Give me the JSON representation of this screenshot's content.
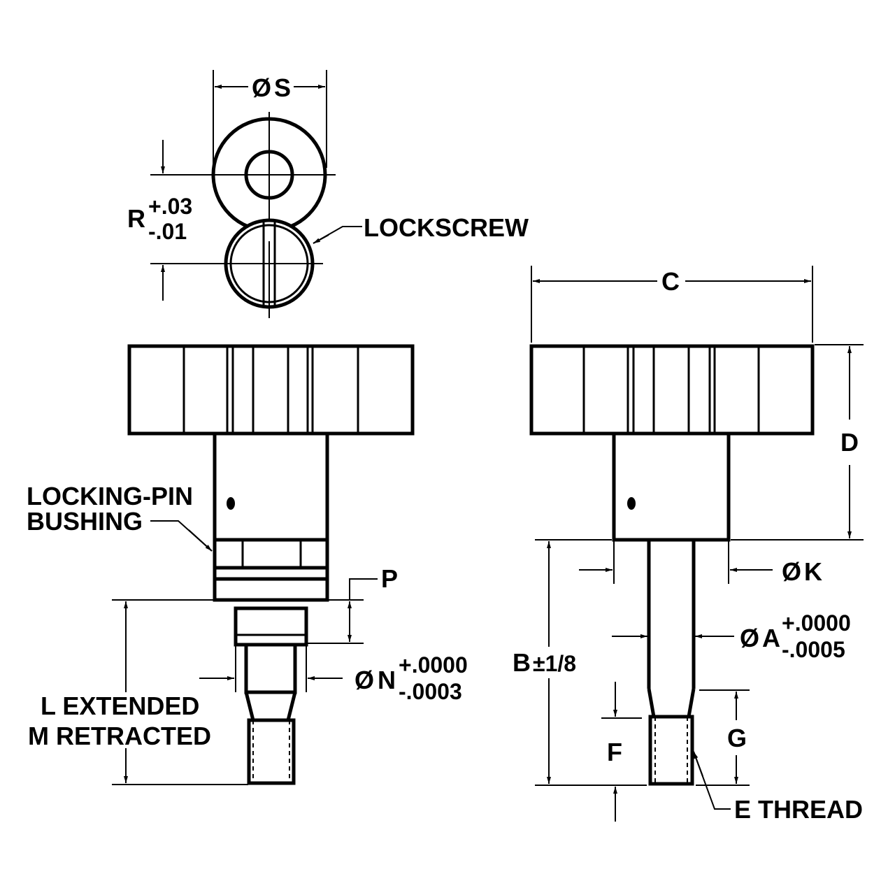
{
  "labels": {
    "dia_s": "S",
    "r": "R",
    "r_plus": "+.03",
    "r_minus": "-.01",
    "lockscrew": "LOCKSCREW",
    "locking_pin_line1": "LOCKING-PIN",
    "locking_pin_line2": "BUSHING",
    "p": "P",
    "n": "N",
    "n_plus": "+.0000",
    "n_minus": "-.0003",
    "l_extended": "L EXTENDED",
    "m_retracted": "M RETRACTED",
    "c": "C",
    "d": "D",
    "k": "K",
    "a": "A",
    "a_plus": "+.0000",
    "a_minus": "-.0005",
    "b": "B",
    "b_tol": "±1/8",
    "f": "F",
    "g": "G",
    "e_thread": "E THREAD"
  },
  "symbols": {
    "diameter": "diameter-symbol"
  }
}
